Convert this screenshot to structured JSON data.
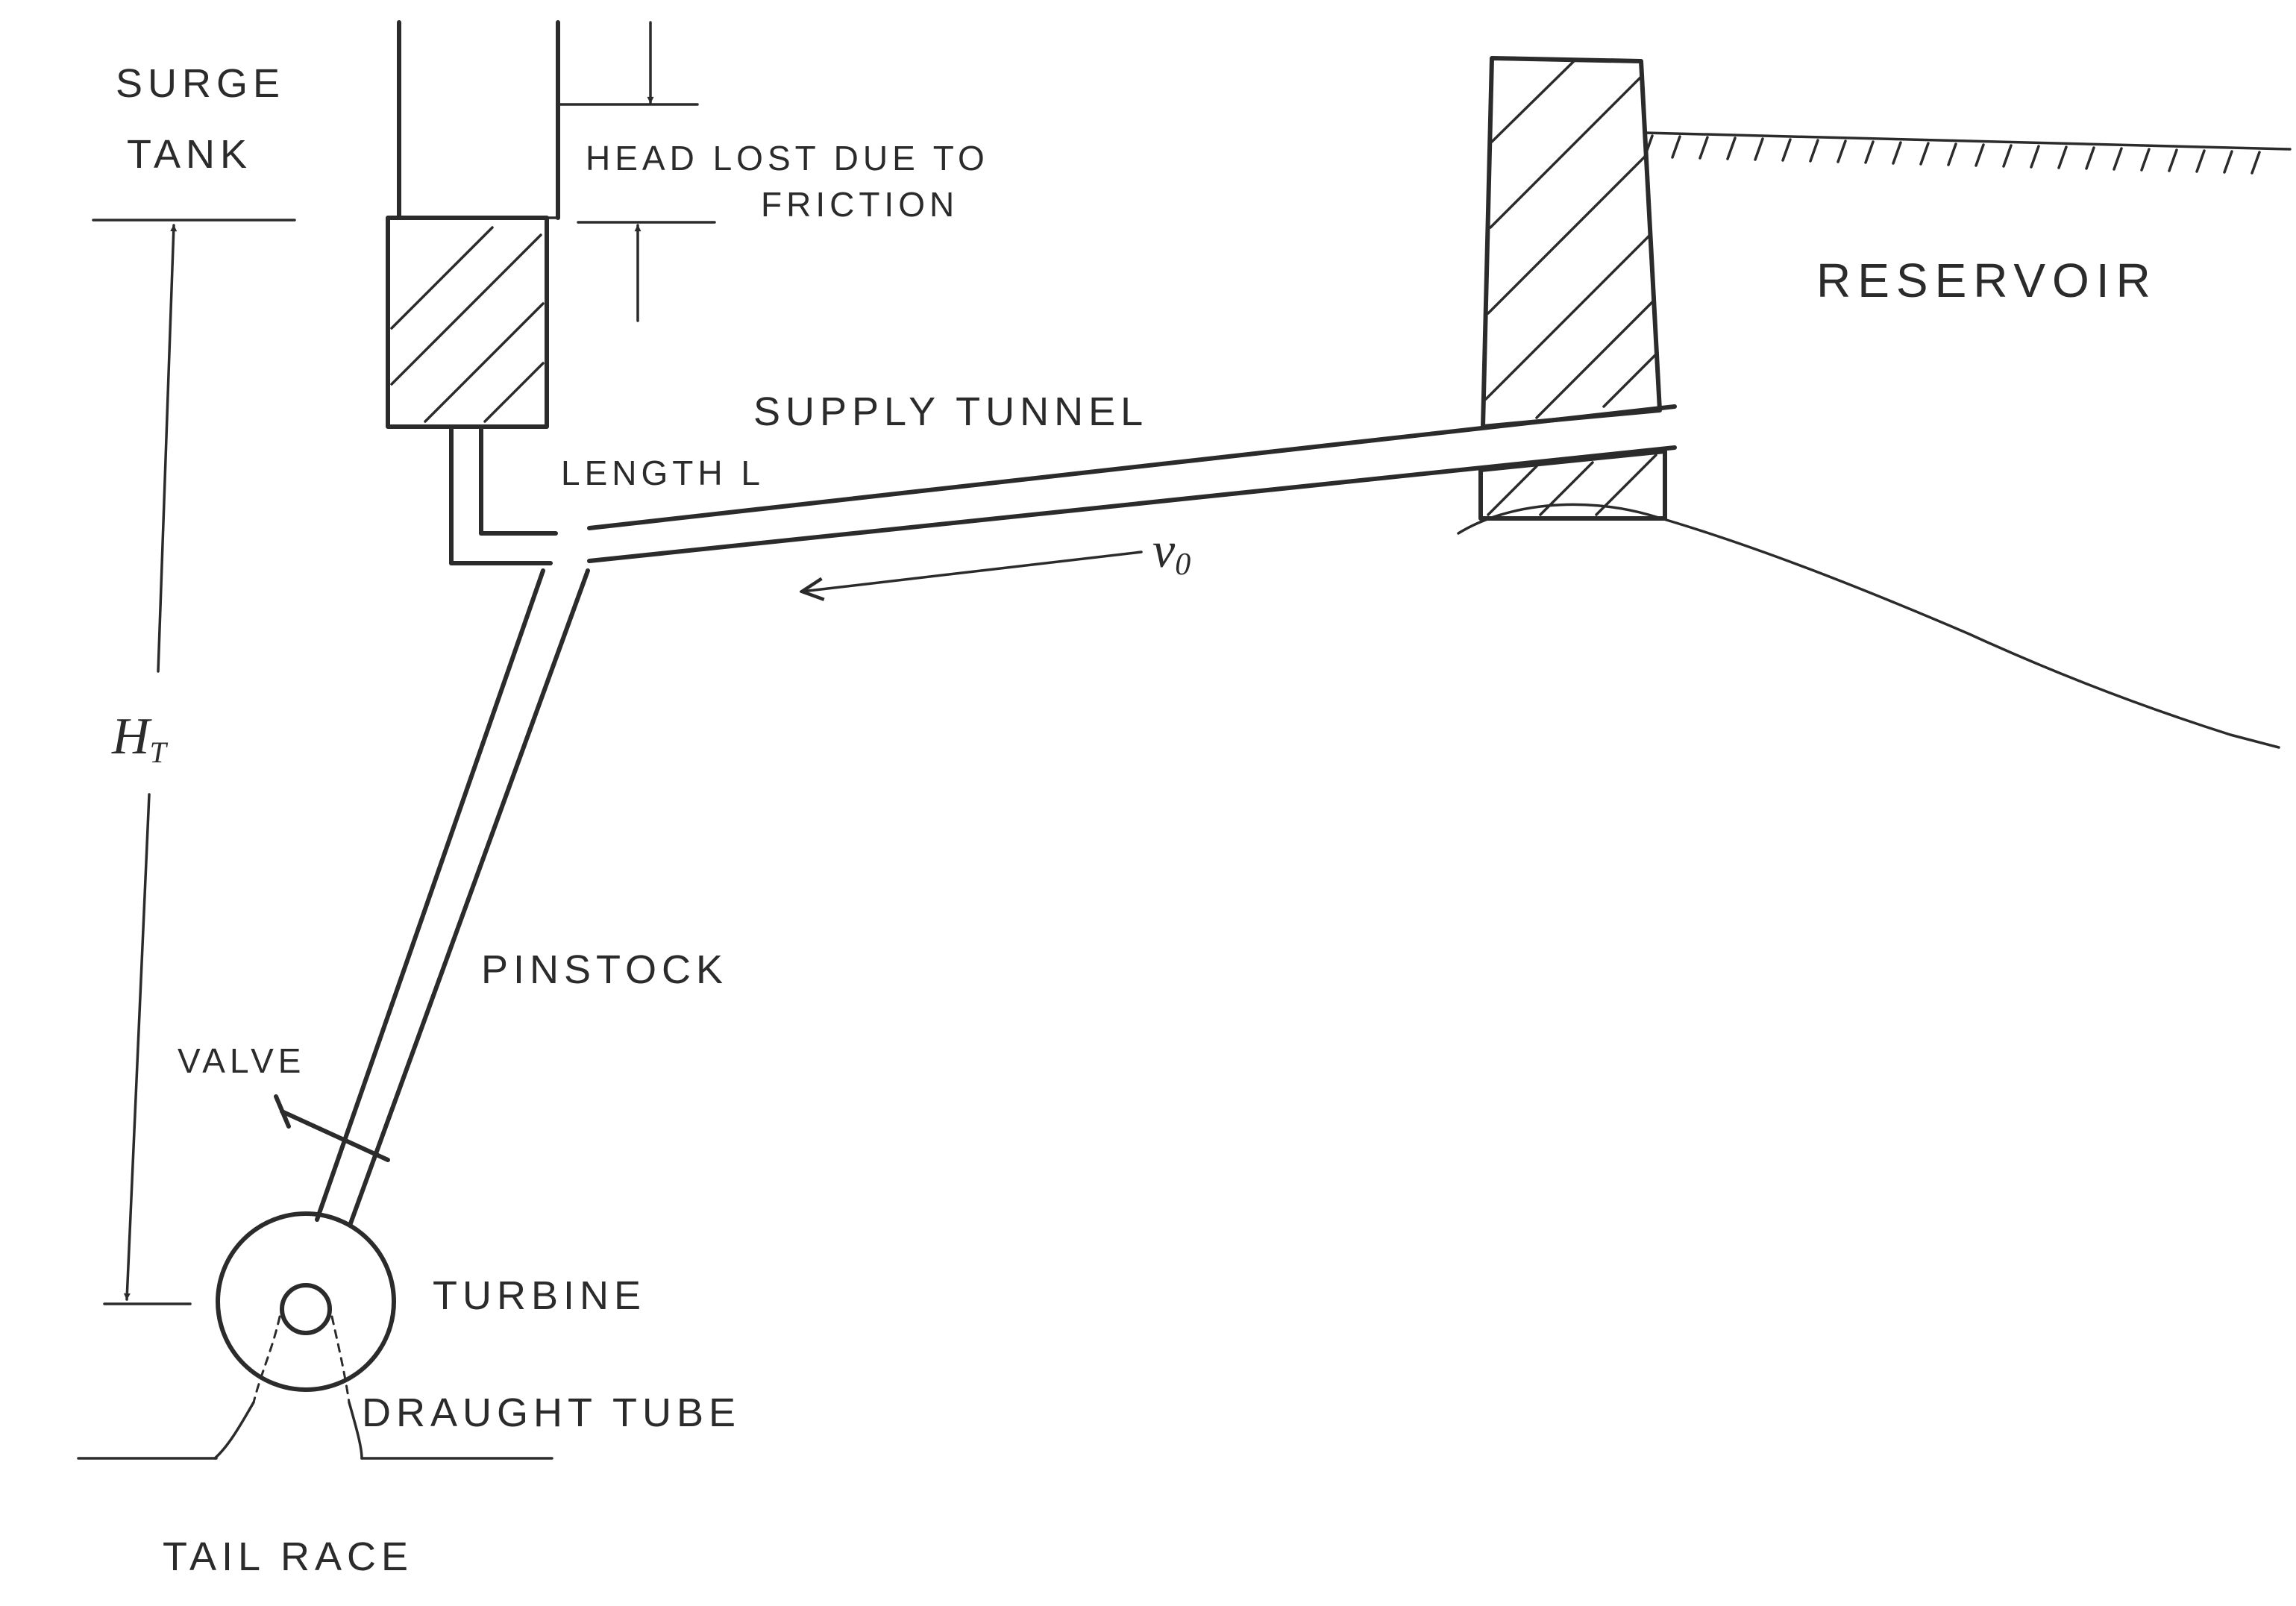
{
  "labels": {
    "surge_tank_line1": "SURGE",
    "surge_tank_line2": "TANK",
    "head_lost_line1": "HEAD LOST DUE TO",
    "head_lost_line2": "FRICTION",
    "reservoir": "RESERVOIR",
    "supply_tunnel": "SUPPLY TUNNEL",
    "length": "LENGTH L",
    "velocity_main": "v",
    "velocity_sub": "0",
    "total_head_main": "H",
    "total_head_sub": "T",
    "penstock": "PINSTOCK",
    "valve": "VALVE",
    "turbine": "TURBINE",
    "draught_tube": "DRAUGHT TUBE",
    "tail_race": "TAIL RACE"
  }
}
